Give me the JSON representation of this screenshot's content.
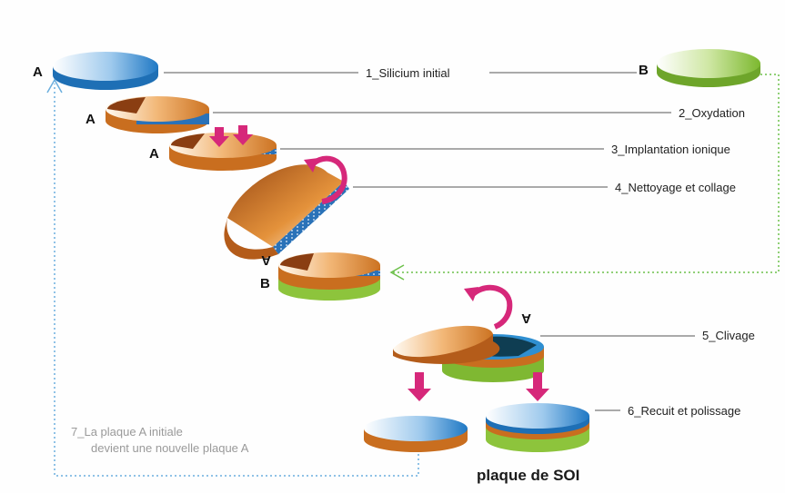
{
  "steps": [
    "1_Silicium initial",
    "2_Oxydation",
    "3_Implantation ionique",
    "4_Nettoyage et collage",
    "5_Clivage",
    "6_Recuit et polissage"
  ],
  "labels": {
    "a": "A",
    "b": "B",
    "a_flipped": "A"
  },
  "note": {
    "line1": "7_La plaque A initiale",
    "line2": "devient une nouvelle plaque A"
  },
  "result_label": "plaque de SOI",
  "colors": {
    "silicon_blue": "#2f8fd1",
    "oxide_orange": "#d9852f",
    "wafer_b_green": "#8dc43c",
    "arrow_magenta": "#d6287a",
    "loop_blue": "#6aaede",
    "loop_green": "#6cc04a",
    "connector_gray": "#555555"
  }
}
